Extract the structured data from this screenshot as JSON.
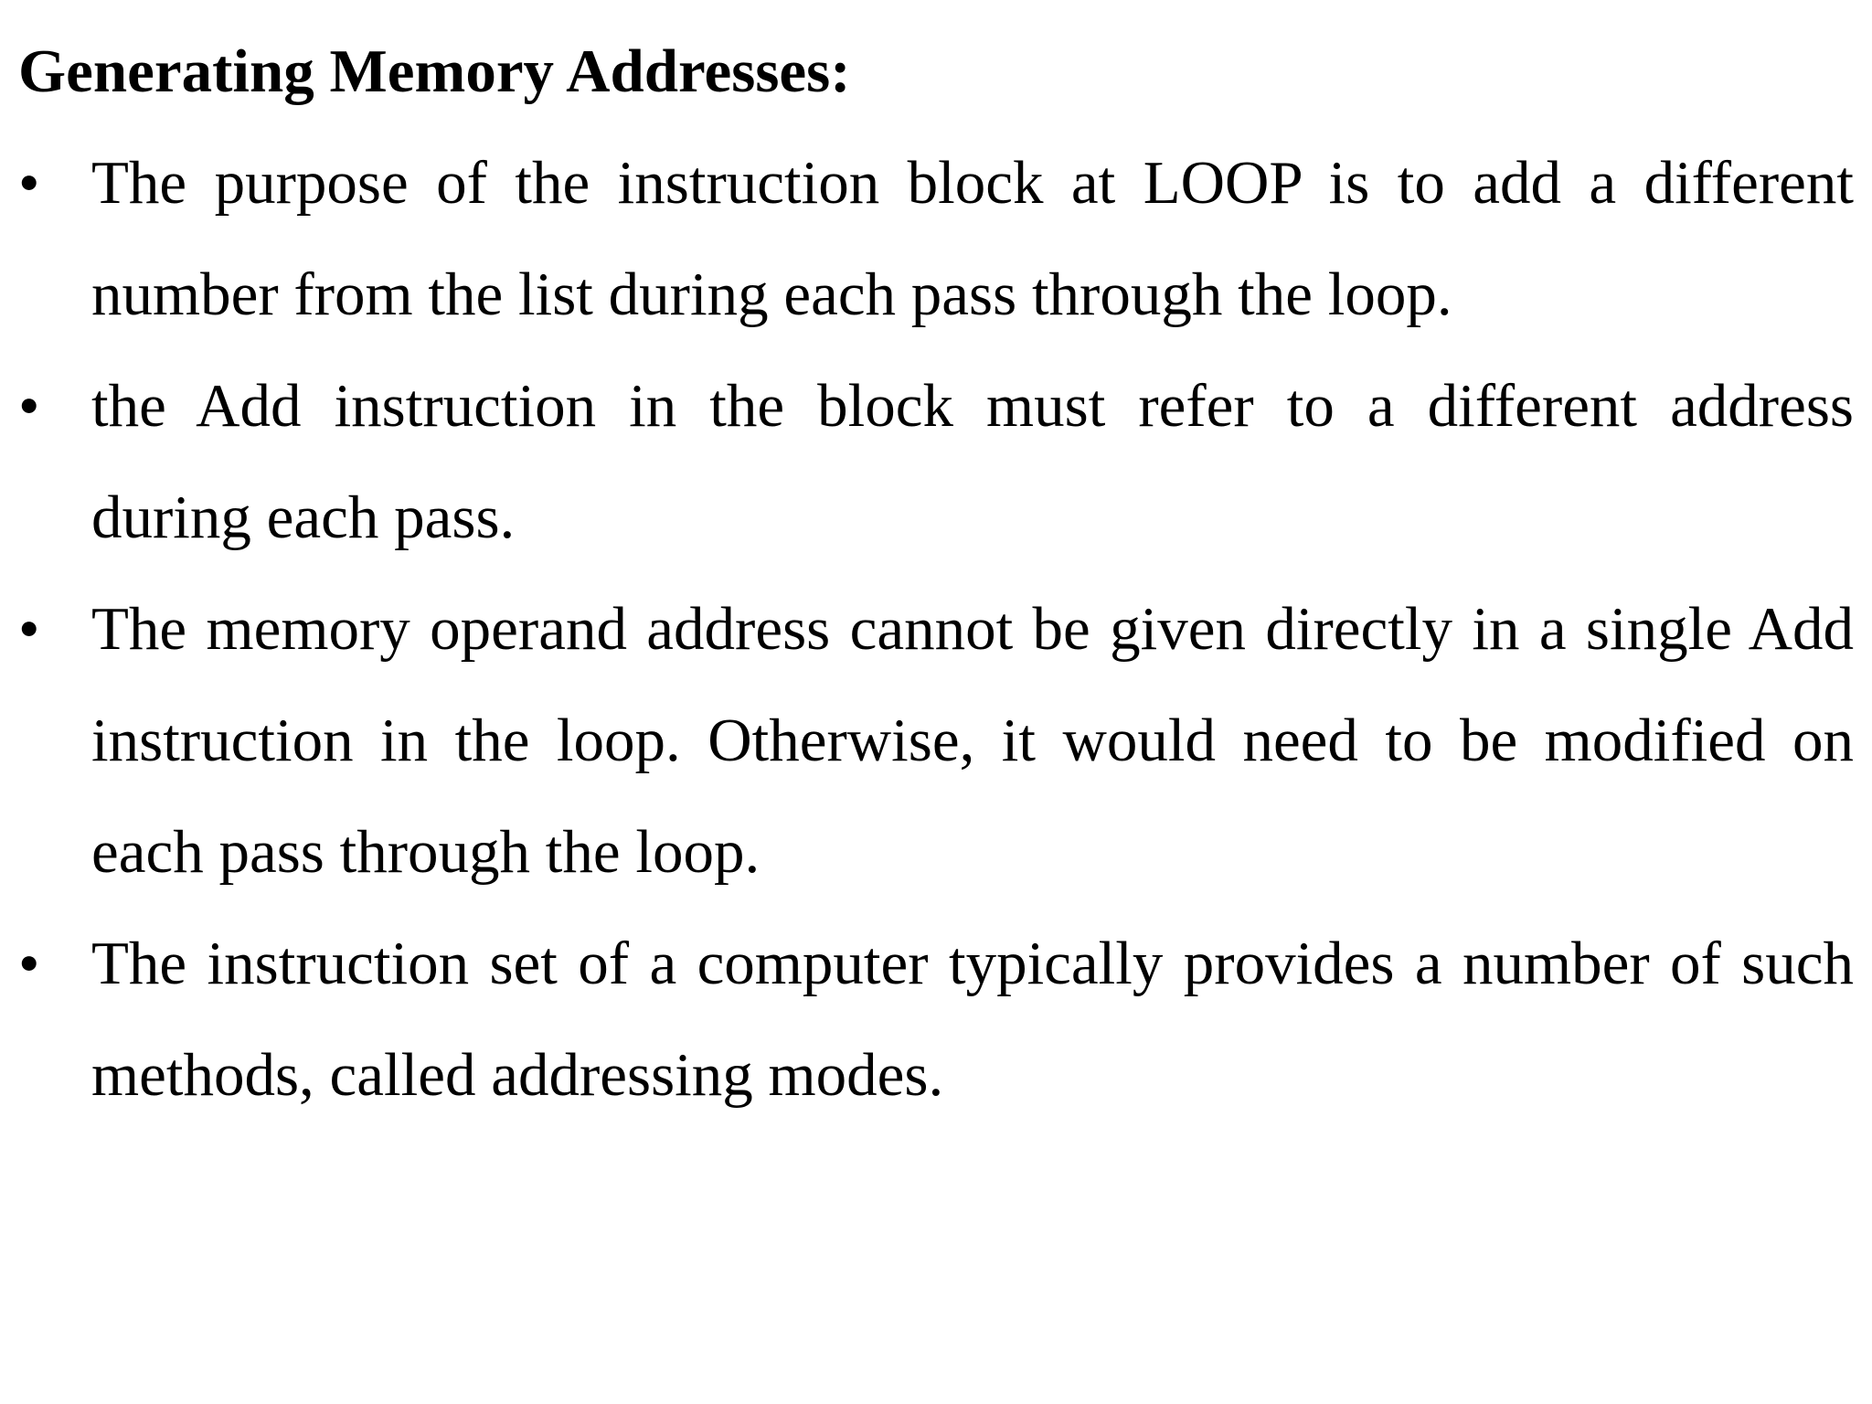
{
  "page": {
    "background_color": "#ffffff",
    "text_color": "#000000",
    "kind": "lecture-slide"
  },
  "heading": "Generating Memory Addresses:",
  "bullet_marker": "•",
  "bullets": [
    {
      "lines": [
        "The purpose of the instruction block at LOOP is to add a different",
        "number from the list during each pass through the loop."
      ]
    },
    {
      "lines": [
        "the Add instruction in the block must refer to a different address",
        "during each pass."
      ]
    },
    {
      "lines": [
        "The memory operand address cannot be given directly in a single Add",
        "instruction in the loop. Otherwise, it would need to be modified on",
        "each pass through the loop."
      ]
    },
    {
      "lines": [
        "The instruction set of a computer typically provides a number of such",
        "methods, called addressing modes."
      ]
    }
  ]
}
